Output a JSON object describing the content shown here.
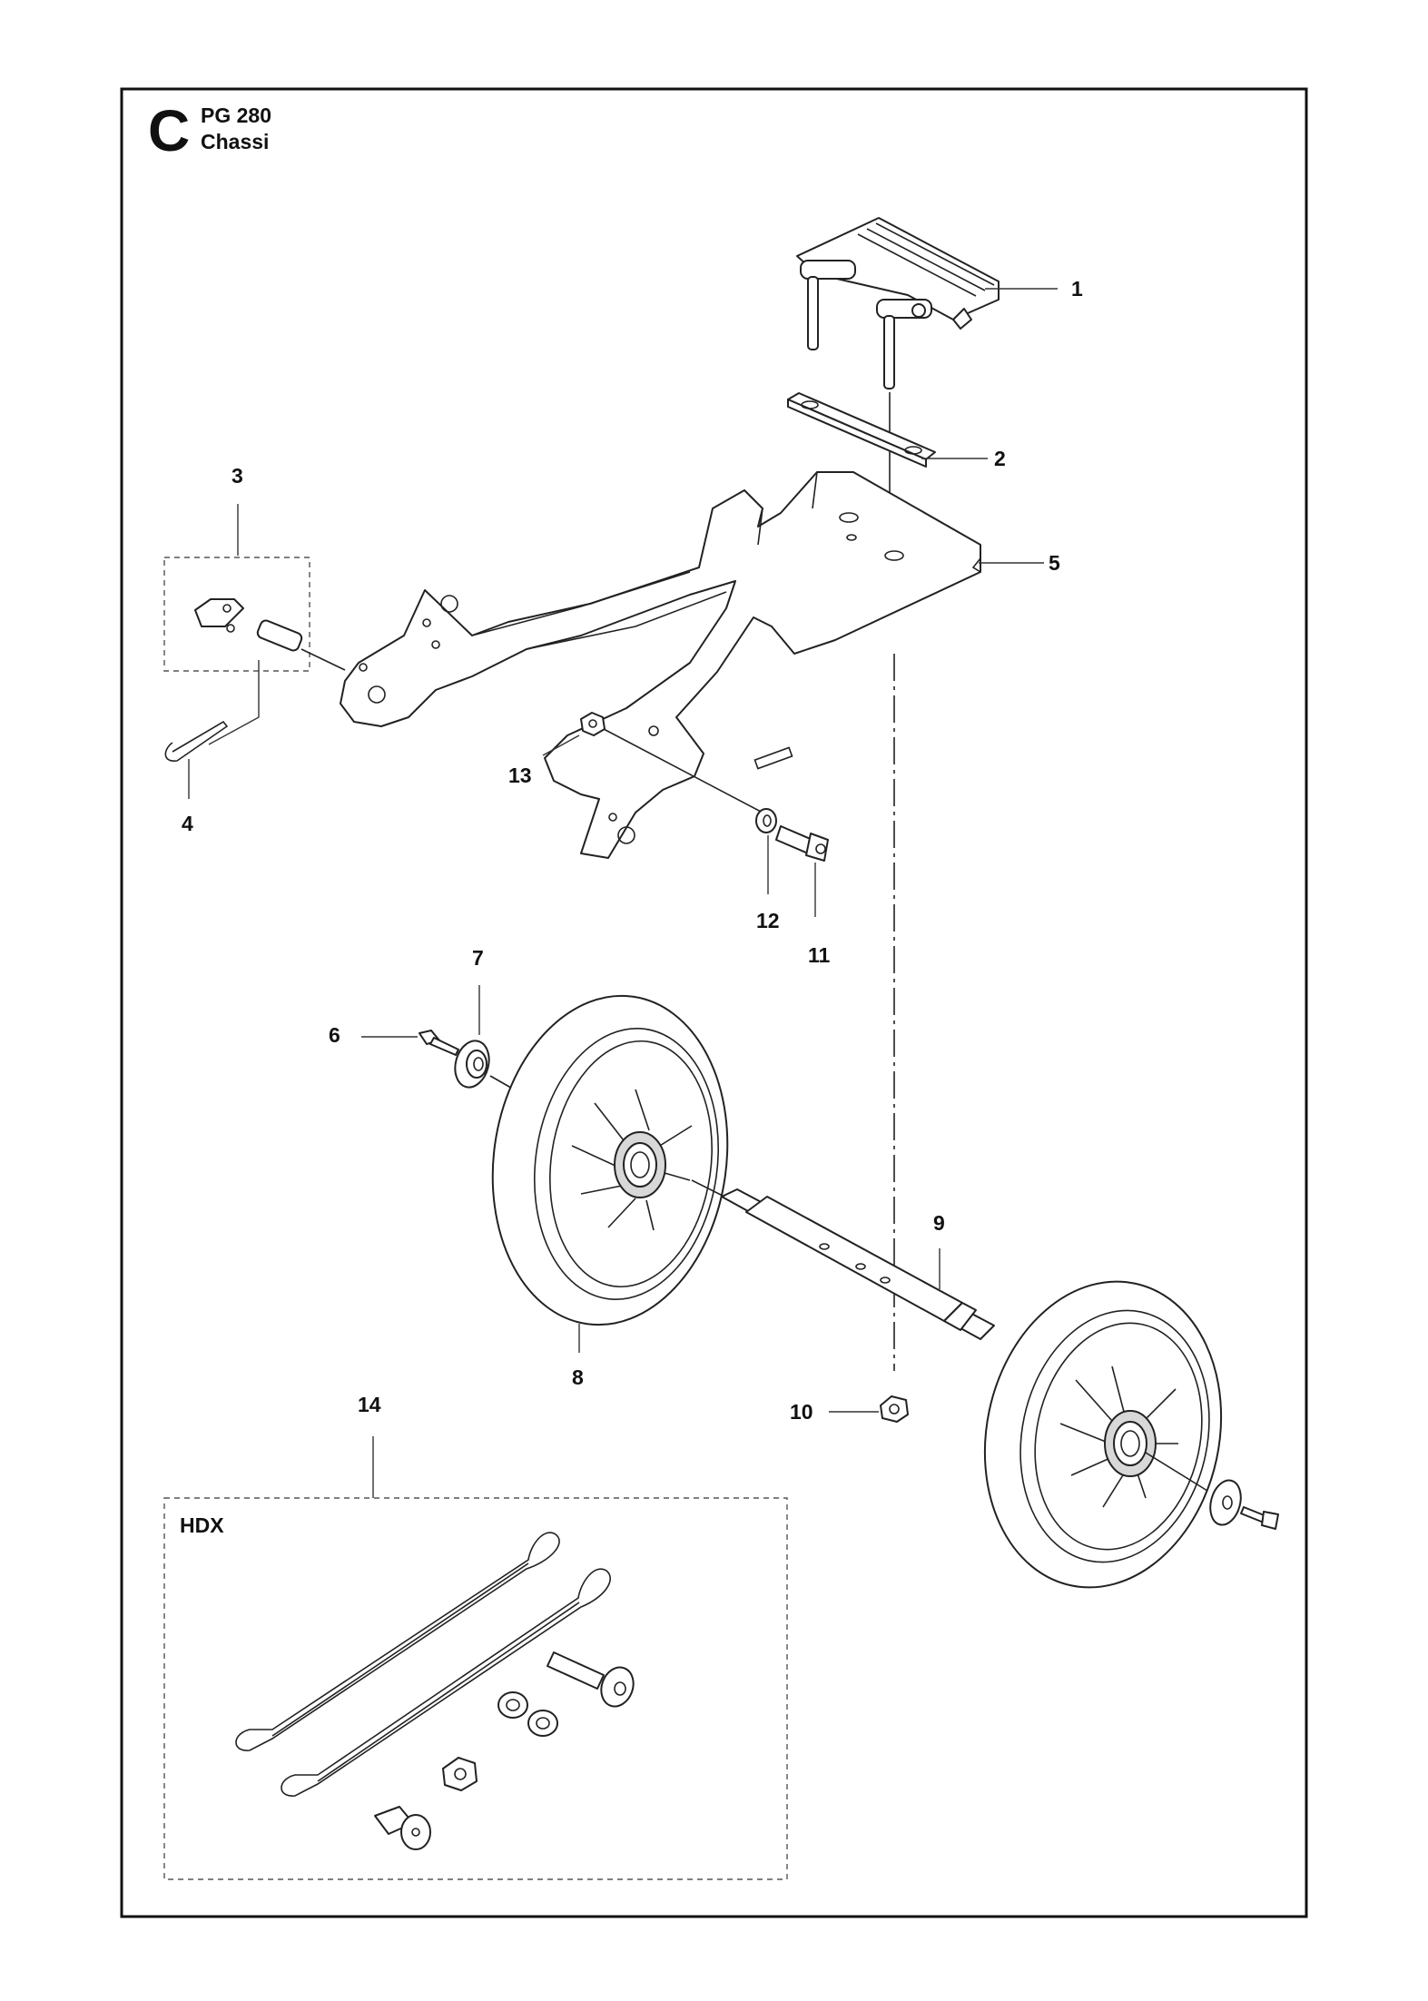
{
  "header": {
    "section_letter": "C",
    "model": "PG 280",
    "title": "Chassi"
  },
  "kit_box": {
    "label": "HDX"
  },
  "callouts": [
    {
      "id": "callout-1",
      "text": "1"
    },
    {
      "id": "callout-2",
      "text": "2"
    },
    {
      "id": "callout-3",
      "text": "3"
    },
    {
      "id": "callout-4",
      "text": "4"
    },
    {
      "id": "callout-5",
      "text": "5"
    },
    {
      "id": "callout-6",
      "text": "6"
    },
    {
      "id": "callout-7",
      "text": "7"
    },
    {
      "id": "callout-8",
      "text": "8"
    },
    {
      "id": "callout-9",
      "text": "9"
    },
    {
      "id": "callout-10",
      "text": "10"
    },
    {
      "id": "callout-11",
      "text": "11"
    },
    {
      "id": "callout-12",
      "text": "12"
    },
    {
      "id": "callout-13",
      "text": "13"
    },
    {
      "id": "callout-14",
      "text": "14"
    }
  ]
}
